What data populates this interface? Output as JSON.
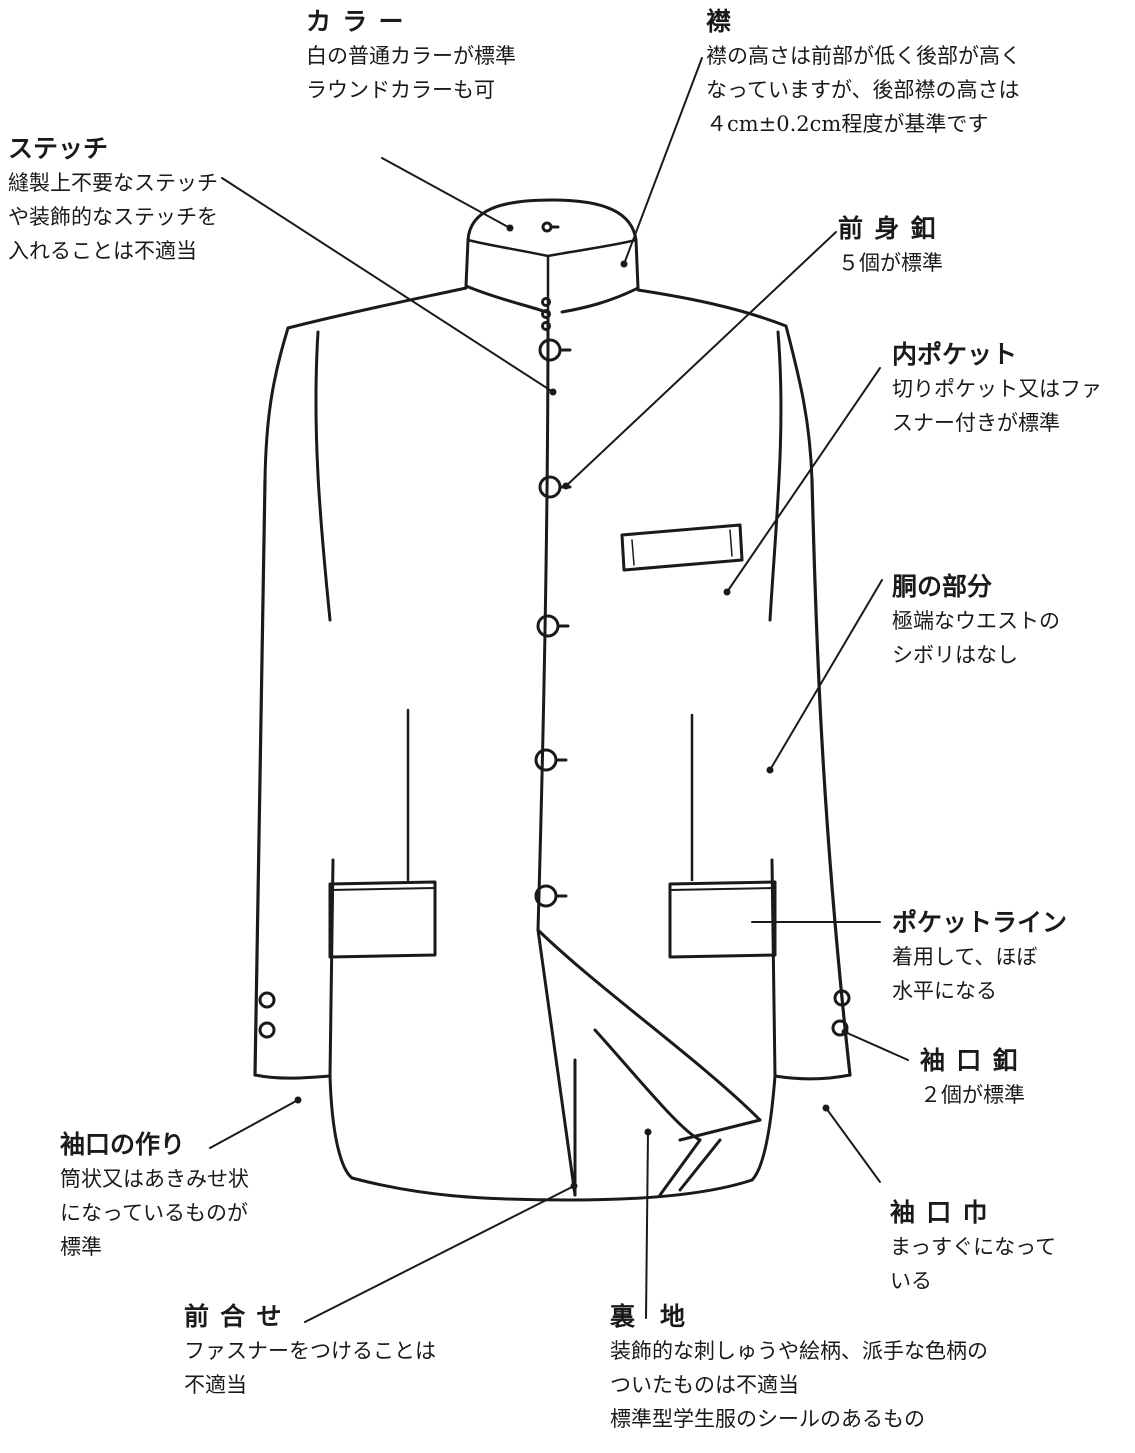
{
  "colors": {
    "ink": "#1a1a1a",
    "background": "#ffffff"
  },
  "labels": {
    "collar": {
      "title": "カラー",
      "lines": [
        "白の普通カラーが標準",
        "ラウンドカラーも可"
      ]
    },
    "eri": {
      "title": "襟",
      "lines": [
        "襟の高さは前部が低く後部が高く",
        "なっていますが、後部襟の高さは",
        "４cm±0.2cm程度が基準です"
      ]
    },
    "stitch": {
      "title": "ステッチ",
      "lines": [
        "縫製上不要なステッチ",
        "や装飾的なステッチを",
        "入れることは不適当"
      ]
    },
    "front_btn": {
      "title": "前身釦",
      "lines": [
        "５個が標準"
      ]
    },
    "inner_pocket": {
      "title": "内ポケット",
      "lines": [
        "切りポケット又はファ",
        "スナー付きが標準"
      ]
    },
    "torso": {
      "title": "胴の部分",
      "lines": [
        "極端なウエストの",
        "シボリはなし"
      ]
    },
    "pocket_line": {
      "title": "ポケットライン",
      "lines": [
        "着用して、ほぼ",
        "水平になる"
      ]
    },
    "cuff_btn": {
      "title": "袖口釦",
      "lines": [
        "２個が標準"
      ]
    },
    "cuff_make": {
      "title": "袖口の作り",
      "lines": [
        "筒状又はあきみせ状",
        "になっているものが",
        "標準"
      ]
    },
    "cuff_width": {
      "title": "袖口巾",
      "lines": [
        "まっすぐになって",
        "いる"
      ]
    },
    "front_closure": {
      "title": "前合せ",
      "lines": [
        "ファスナーをつけることは",
        "不適当"
      ]
    },
    "lining": {
      "title": "裏　地",
      "lines": [
        "装飾的な刺しゅうや絵柄、派手な色柄の",
        "ついたものは不適当",
        "標準型学生服のシールのあるもの"
      ]
    }
  }
}
